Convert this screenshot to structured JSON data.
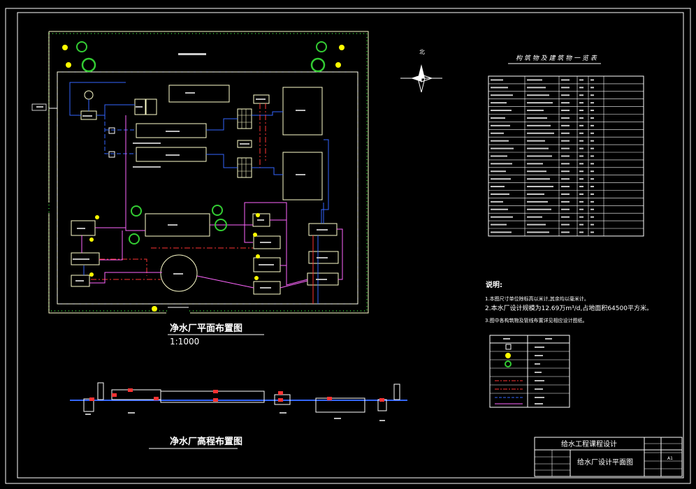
{
  "colors": {
    "background": "#000000",
    "line_white": "#ffffff",
    "pipe_blue": "#3366ff",
    "pipe_red": "#ff3333",
    "pipe_magenta": "#ff66ff",
    "wall_pale_yellow": "#ffffcc",
    "tree_green": "#33cc33",
    "lamp_yellow": "#ffff00"
  },
  "plan": {
    "title": "净水厂平面布置图",
    "scale": "1:1000"
  },
  "profile": {
    "title": "净水厂高程布置图"
  },
  "table": {
    "title": "构 筑 物 及 建 筑 物 一 览 表"
  },
  "notes": {
    "heading": "说明:",
    "items": [
      "1.本图尺寸单位除标高以米计,其余均以毫米计。",
      "2.本水厂设计规模为12.69万m³/d,占地面积64500平方米。",
      "3.图中各构筑物及管线布置详见相应设计图纸。"
    ]
  },
  "north_arrow": {
    "label": "北"
  },
  "legend": {
    "icons": [
      "valve-well-icon",
      "street-lamp-icon",
      "tree-icon",
      "red-dashdot-line",
      "red-dashdot-line",
      "blue-dash-line",
      "magenta-line"
    ]
  },
  "title_block": {
    "course": "给水工程课程设计",
    "drawing_name": "给水厂设计平面图",
    "sheet_size": "A1"
  }
}
